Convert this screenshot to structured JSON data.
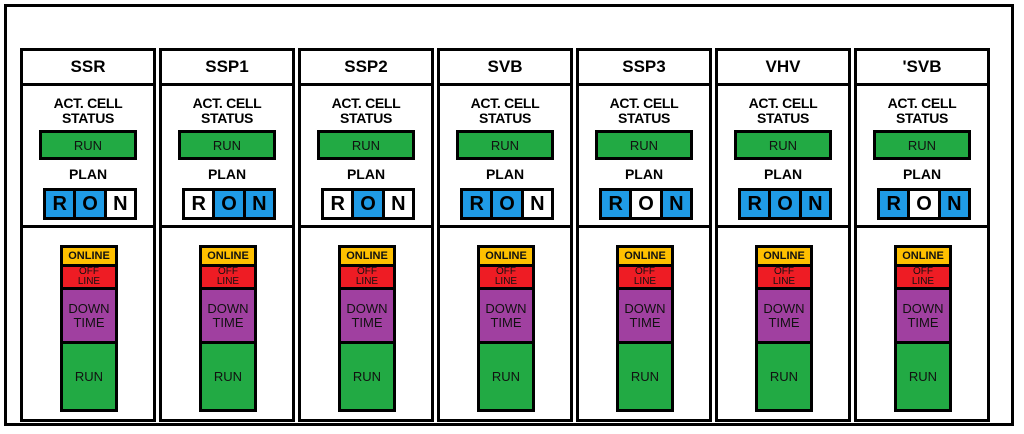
{
  "colors": {
    "run": "#22aa44",
    "plan_active": "#1f9be6",
    "plan_inactive": "#ffffff",
    "online": "#ffc000",
    "offline": "#ee1c24",
    "downtime": "#a040a0",
    "border": "#000000"
  },
  "labels": {
    "act_cell_status": [
      "ACT. CELL",
      "STATUS"
    ],
    "plan": "PLAN",
    "run": "RUN",
    "online": "ONLINE",
    "offline": [
      "OFF",
      "LINE"
    ],
    "downtime": [
      "DOWN",
      "TIME"
    ]
  },
  "cells": [
    {
      "name": "SSR",
      "status": "RUN",
      "plan": [
        {
          "letter": "R",
          "active": true
        },
        {
          "letter": "O",
          "active": true
        },
        {
          "letter": "N",
          "active": false
        }
      ]
    },
    {
      "name": "SSP1",
      "status": "RUN",
      "plan": [
        {
          "letter": "R",
          "active": false
        },
        {
          "letter": "O",
          "active": true
        },
        {
          "letter": "N",
          "active": true
        }
      ]
    },
    {
      "name": "SSP2",
      "status": "RUN",
      "plan": [
        {
          "letter": "R",
          "active": false
        },
        {
          "letter": "O",
          "active": true
        },
        {
          "letter": "N",
          "active": false
        }
      ]
    },
    {
      "name": "SVB",
      "status": "RUN",
      "plan": [
        {
          "letter": "R",
          "active": true
        },
        {
          "letter": "O",
          "active": true
        },
        {
          "letter": "N",
          "active": false
        }
      ]
    },
    {
      "name": "SSP3",
      "status": "RUN",
      "plan": [
        {
          "letter": "R",
          "active": true
        },
        {
          "letter": "O",
          "active": false
        },
        {
          "letter": "N",
          "active": true
        }
      ]
    },
    {
      "name": "VHV",
      "status": "RUN",
      "plan": [
        {
          "letter": "R",
          "active": true
        },
        {
          "letter": "O",
          "active": true
        },
        {
          "letter": "N",
          "active": true
        }
      ]
    },
    {
      "name": "'SVB",
      "status": "RUN",
      "plan": [
        {
          "letter": "R",
          "active": true
        },
        {
          "letter": "O",
          "active": false
        },
        {
          "letter": "N",
          "active": true
        }
      ]
    }
  ]
}
